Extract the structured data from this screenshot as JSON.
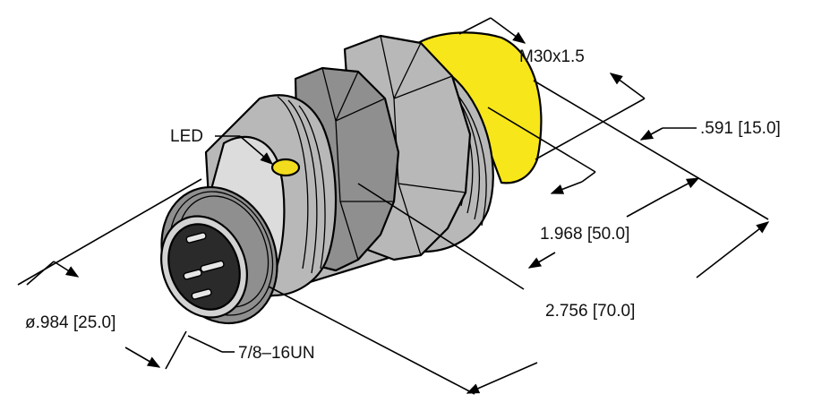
{
  "labels": {
    "thread_spec": "M30x1.5",
    "face_length": ".591  [15.0]",
    "thread_length": "1.968  [50.0]",
    "overall_length": "2.756  [70.0]",
    "diameter": "ø.984  [25.0]",
    "connector_thread": "7/8–16UN",
    "led": "LED"
  },
  "colors": {
    "sensor_face": "#f7e619",
    "body_metal": "#b8b8b8",
    "body_shadow": "#8f8f8f",
    "body_highlight": "#dcdcdc",
    "led": "#f2dc1e",
    "connector_dark": "#2a2a2a"
  }
}
